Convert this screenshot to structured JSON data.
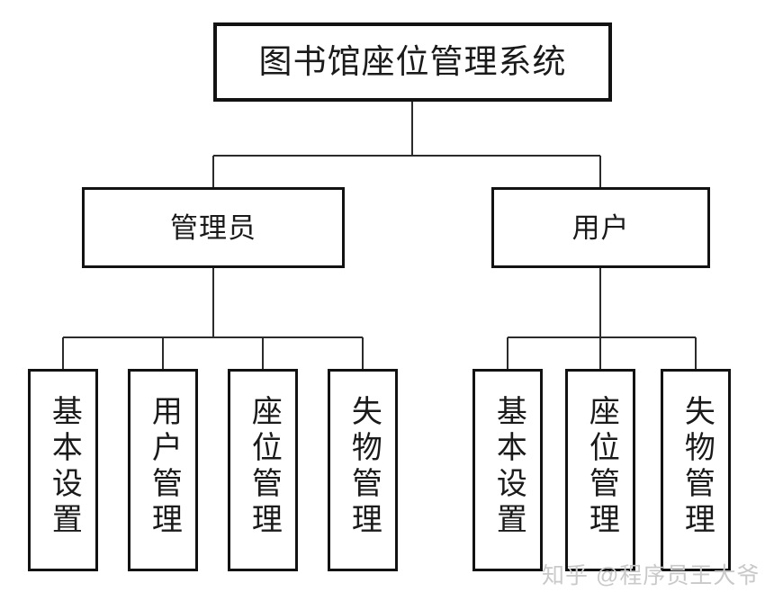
{
  "diagram": {
    "type": "tree-hierarchy",
    "orientation": "top-down",
    "root": {
      "id": "root",
      "label": "图书馆座位管理系统"
    },
    "level2": [
      {
        "id": "admin",
        "label": "管理员"
      },
      {
        "id": "user",
        "label": "用户"
      }
    ],
    "admin_children": [
      {
        "id": "admin-basic-settings",
        "label": "基本设置"
      },
      {
        "id": "admin-user-management",
        "label": "用户管理"
      },
      {
        "id": "admin-seat-management",
        "label": "座位管理"
      },
      {
        "id": "admin-lost-found-management",
        "label": "失物管理"
      }
    ],
    "user_children": [
      {
        "id": "user-basic-settings",
        "label": "基本设置"
      },
      {
        "id": "user-seat-management",
        "label": "座位管理"
      },
      {
        "id": "user-lost-found-management",
        "label": "失物管理"
      }
    ],
    "colors": {
      "background": "#ffffff",
      "box_border": "#121212",
      "text": "#1a1a1a",
      "connector": "#2b2b2b",
      "watermark": "#c9c9c9"
    }
  },
  "watermark": {
    "text": "知乎 @程序员王大爷"
  }
}
